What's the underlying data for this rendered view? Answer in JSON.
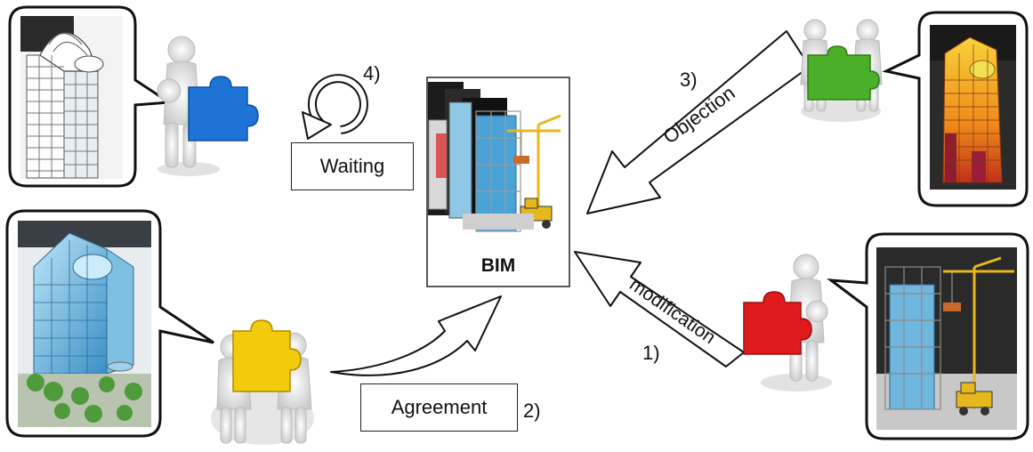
{
  "center": {
    "label": "BIM"
  },
  "steps": {
    "waiting": {
      "label": "Waiting",
      "number": "4)"
    },
    "agreement": {
      "label": "Agreement",
      "number": "2)"
    },
    "objection": {
      "label": "Objection",
      "number": "3)"
    },
    "modification": {
      "label": "modification",
      "number": "1)"
    }
  },
  "puzzle_colors": {
    "top_left": "#1e73d6",
    "bottom_left": "#f2cc0c",
    "top_right": "#4caf2a",
    "bottom_right": "#e01b1b"
  }
}
